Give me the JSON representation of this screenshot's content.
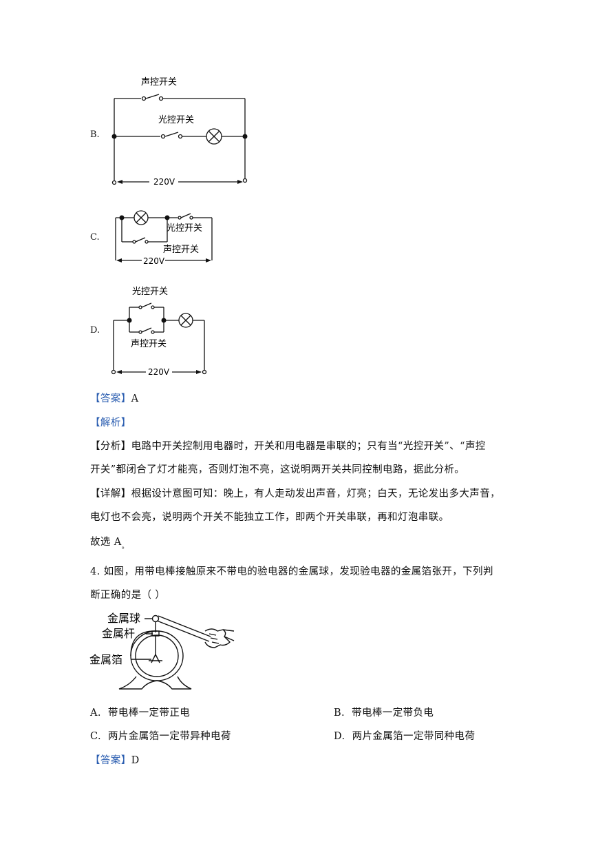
{
  "options_prev": {
    "B": {
      "letter": "B.",
      "label_top": "声控开关",
      "label_mid": "光控开关",
      "voltage": "220V"
    },
    "C": {
      "letter": "C.",
      "label_top": "光控开关",
      "label_bottom": "声控开关",
      "voltage": "220V"
    },
    "D": {
      "letter": "D.",
      "label_top": "光控开关",
      "label_bottom": "声控开关",
      "voltage": "220V"
    }
  },
  "answer1": {
    "tag": "【答案】",
    "value": "A"
  },
  "analysis": {
    "tag": "【解析】"
  },
  "fenxi": {
    "tag": "【分析】",
    "line1": "电路中开关控制用电器时，开关和用电器是串联的；只有当“光控开关”、“声控",
    "line2": "开关”都闭合了灯才能亮，否则灯泡不亮，这说明两开关共同控制电路，据此分析。"
  },
  "xiangjie": {
    "tag": "【详解】",
    "line1": "根据设计意图可知：晚上，有人走动发出声音，灯亮；白天，无论发出多大声音，",
    "line2": "电灯也不会亮，说明两个开关不能独立工作，即两个开关串联，再和灯泡串联。"
  },
  "conclusion": {
    "text": "故选 A",
    "tail": "。"
  },
  "question4": {
    "line1": "4.  如图，用带电棒接触原来不带电的验电器的金属球，发现验电器的金属箔张开，下列判",
    "line2": "断正确的是（        ）"
  },
  "figure4": {
    "ball": "金属球",
    "rod": "金属杆",
    "foil": "金属箔"
  },
  "choices": [
    {
      "letter": "A.",
      "text": "带电棒一定带正电"
    },
    {
      "letter": "B.",
      "text": "带电棒一定带负电"
    },
    {
      "letter": "C.",
      "text": "两片金属箔一定带异种电荷"
    },
    {
      "letter": "D.",
      "text": "两片金属箔一定带同种电荷"
    }
  ],
  "answer2": {
    "tag": "【答案】",
    "value": "D"
  }
}
